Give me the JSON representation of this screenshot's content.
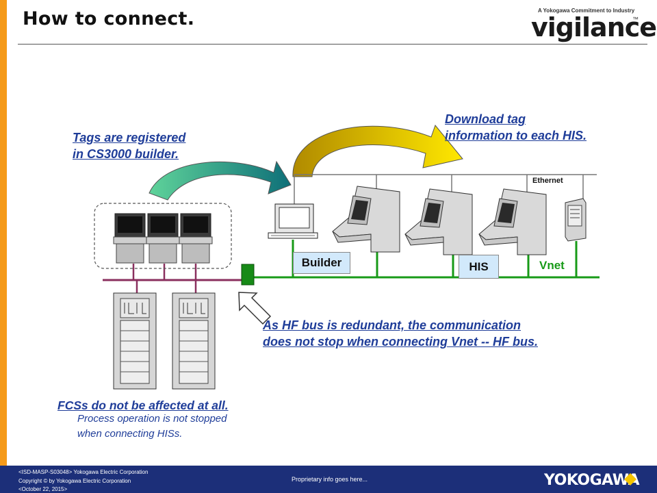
{
  "slide": {
    "title": "How to connect."
  },
  "logo": {
    "tagline": "A Yokogawa Commitment to Industry",
    "wordmark": "vigilance.",
    "trademark": "™"
  },
  "callouts": {
    "tags_registered": [
      "Tags are registered",
      "in CS3000 builder."
    ],
    "download": [
      "Download tag",
      "information to each HIS."
    ],
    "hf_bus": [
      "As HF bus is redundant, the communication",
      "does not stop when connecting Vnet -- HF bus."
    ],
    "fcs": "FCSs do not be affected at all.",
    "process_note": [
      "Process operation is not stopped",
      "when connecting HISs."
    ]
  },
  "labels": {
    "builder": "Builder",
    "his": "HIS",
    "vnet": "Vnet",
    "ethernet": "Ethernet"
  },
  "footer": {
    "line1": "<ISD-MASP-S03048> Yokogawa Electric Corporation",
    "line2": "Copyright © by Yokogawa Electric Corporation",
    "line3": "<October 22, 2015>",
    "middle": "Proprietary info goes here...",
    "brand": "YOKOGAWA"
  },
  "colors": {
    "accent_orange": "#f59a1a",
    "footer_navy": "#1c2f79",
    "callout_blue": "#1f3d99",
    "vnet_green": "#179a17",
    "hf_bus_purple": "#8a2f5e",
    "label_fill": "#d2e9fb",
    "arrow_teal": "#1aa784",
    "arrow_gold": "#e5c000",
    "brand_yellow": "#f5c400"
  }
}
